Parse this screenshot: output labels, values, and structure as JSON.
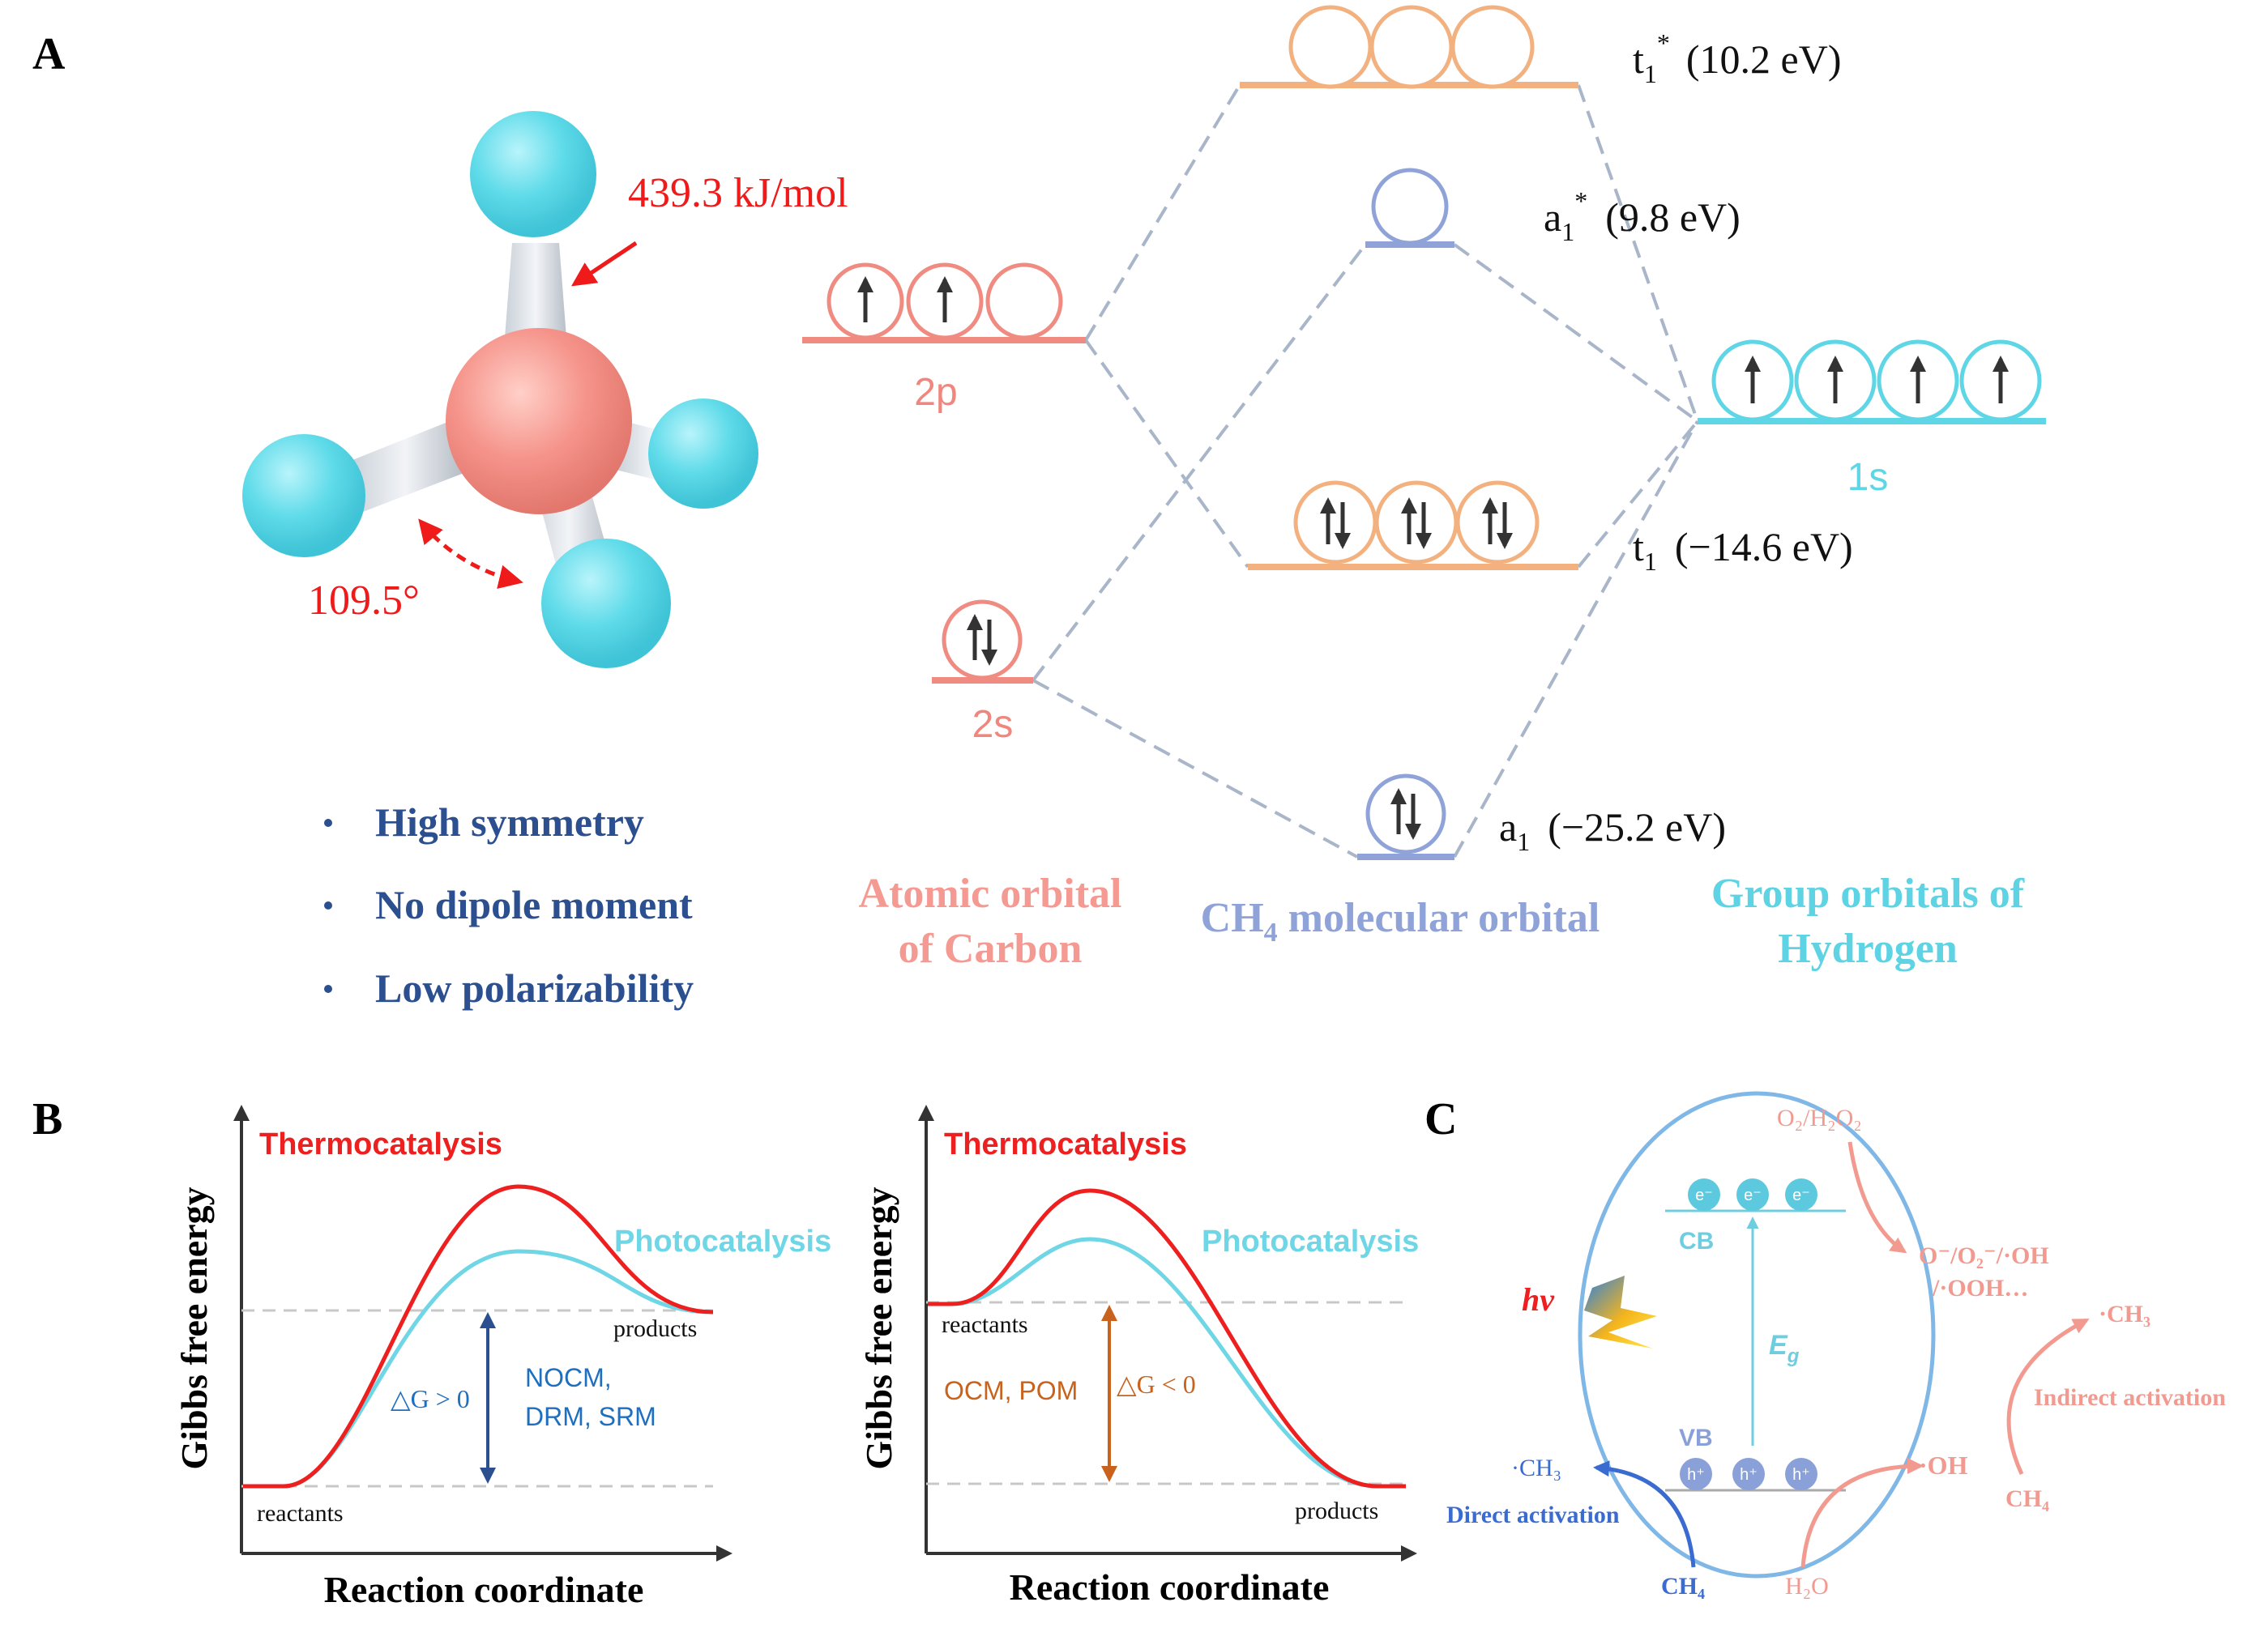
{
  "colors": {
    "carbon": "#f0877e",
    "carbon_line": "#f08b82",
    "hydrogen": "#5fd6e6",
    "mo_purple": "#8fa3d8",
    "mo_orange": "#f2b17f",
    "dashed": "#a9b6c9",
    "red": "#ef1a1a",
    "navy": "#2b4f8f",
    "blue_text": "#1f6fc0",
    "brown": "#c8621c",
    "cyan_text": "#5dd3e3",
    "pink_text": "#f59a92",
    "ellipse": "#7fb7e6",
    "band_gray": "#aaaaaa"
  },
  "panel_a": {
    "label": "A",
    "bond_energy": "439.3 kJ/mol",
    "bond_angle": "109.5°",
    "properties": [
      "High symmetry",
      "No dipole moment",
      "Low polarizability"
    ],
    "carbon_2p": "2p",
    "carbon_2s": "2s",
    "hydrogen_1s": "1s",
    "mo_t1_star_main": "t",
    "mo_t1_star_sub": "1",
    "mo_t1_star_sup": "*",
    "mo_t1_star_energy": "(10.2 eV)",
    "mo_a1_star_main": "a",
    "mo_a1_star_sub": "1",
    "mo_a1_star_sup": "*",
    "mo_a1_star_energy": "(9.8 eV)",
    "mo_t1_main": "t",
    "mo_t1_sub": "1",
    "mo_t1_energy": "(−14.6 eV)",
    "mo_a1_main": "a",
    "mo_a1_sub": "1",
    "mo_a1_energy": "(−25.2 eV)",
    "heading_carbon_1": "Atomic orbital",
    "heading_carbon_2": "of Carbon",
    "heading_mo_ch": "CH",
    "heading_mo_sub": "4",
    "heading_mo_rest": " molecular orbital",
    "heading_h_1": "Group orbitals of",
    "heading_h_2": "Hydrogen"
  },
  "panel_b": {
    "label": "B",
    "left": {
      "title_thermo": "Thermocatalysis",
      "title_photo": "Photocatalysis",
      "ylabel": "Gibbs free energy",
      "xlabel": "Reaction coordinate",
      "products": "products",
      "reactants": "reactants",
      "delta_g": "△G > 0",
      "reactions_1": "NOCM,",
      "reactions_2": "DRM, SRM"
    },
    "right": {
      "title_thermo": "Thermocatalysis",
      "title_photo": "Photocatalysis",
      "ylabel": "Gibbs free energy",
      "xlabel": "Reaction coordinate",
      "reactants": "reactants",
      "products": "products",
      "delta_g": "△G < 0",
      "reactions": "OCM, POM"
    }
  },
  "panel_c": {
    "label": "C",
    "o2_h2o2": "O₂/H₂O₂",
    "species_1": "O⁻/O₂⁻/·OH",
    "species_2": "/·OOH…",
    "cb": "CB",
    "vb": "VB",
    "eg_main": "E",
    "eg_sub": "g",
    "hv": "hν",
    "electron": "e⁻",
    "hole": "h⁺",
    "ch3_left": "·CH₃",
    "ch3_right": "·CH₃",
    "oh": "·OH",
    "direct": "Direct activation",
    "indirect": "Indirect activation",
    "ch4_bottom": "CH₄",
    "ch4_right": "CH₄",
    "h2o": "H₂O"
  }
}
